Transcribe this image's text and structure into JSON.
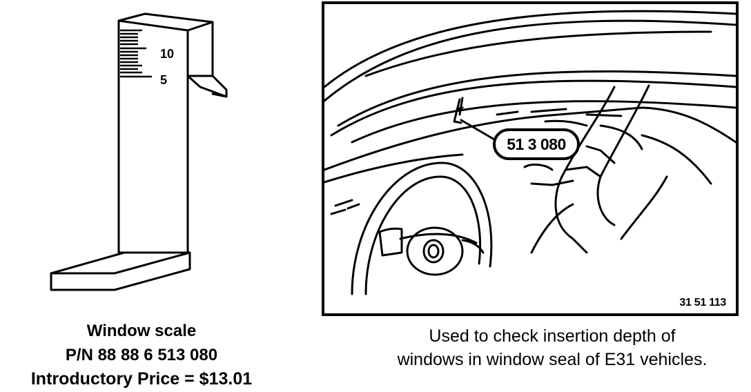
{
  "tool": {
    "scale_mark_upper": "10",
    "scale_mark_lower": "5"
  },
  "caption_left": {
    "line1": "Window scale",
    "line2": "P/N 88 88 6 513 080",
    "line3": "Introductory Price  =  $13.01"
  },
  "photo": {
    "callout_label": "51 3 080",
    "figure_number": "31 51 113"
  },
  "caption_right": {
    "line1": "Used to check insertion depth of",
    "line2": "windows in window seal of E31 vehicles."
  }
}
